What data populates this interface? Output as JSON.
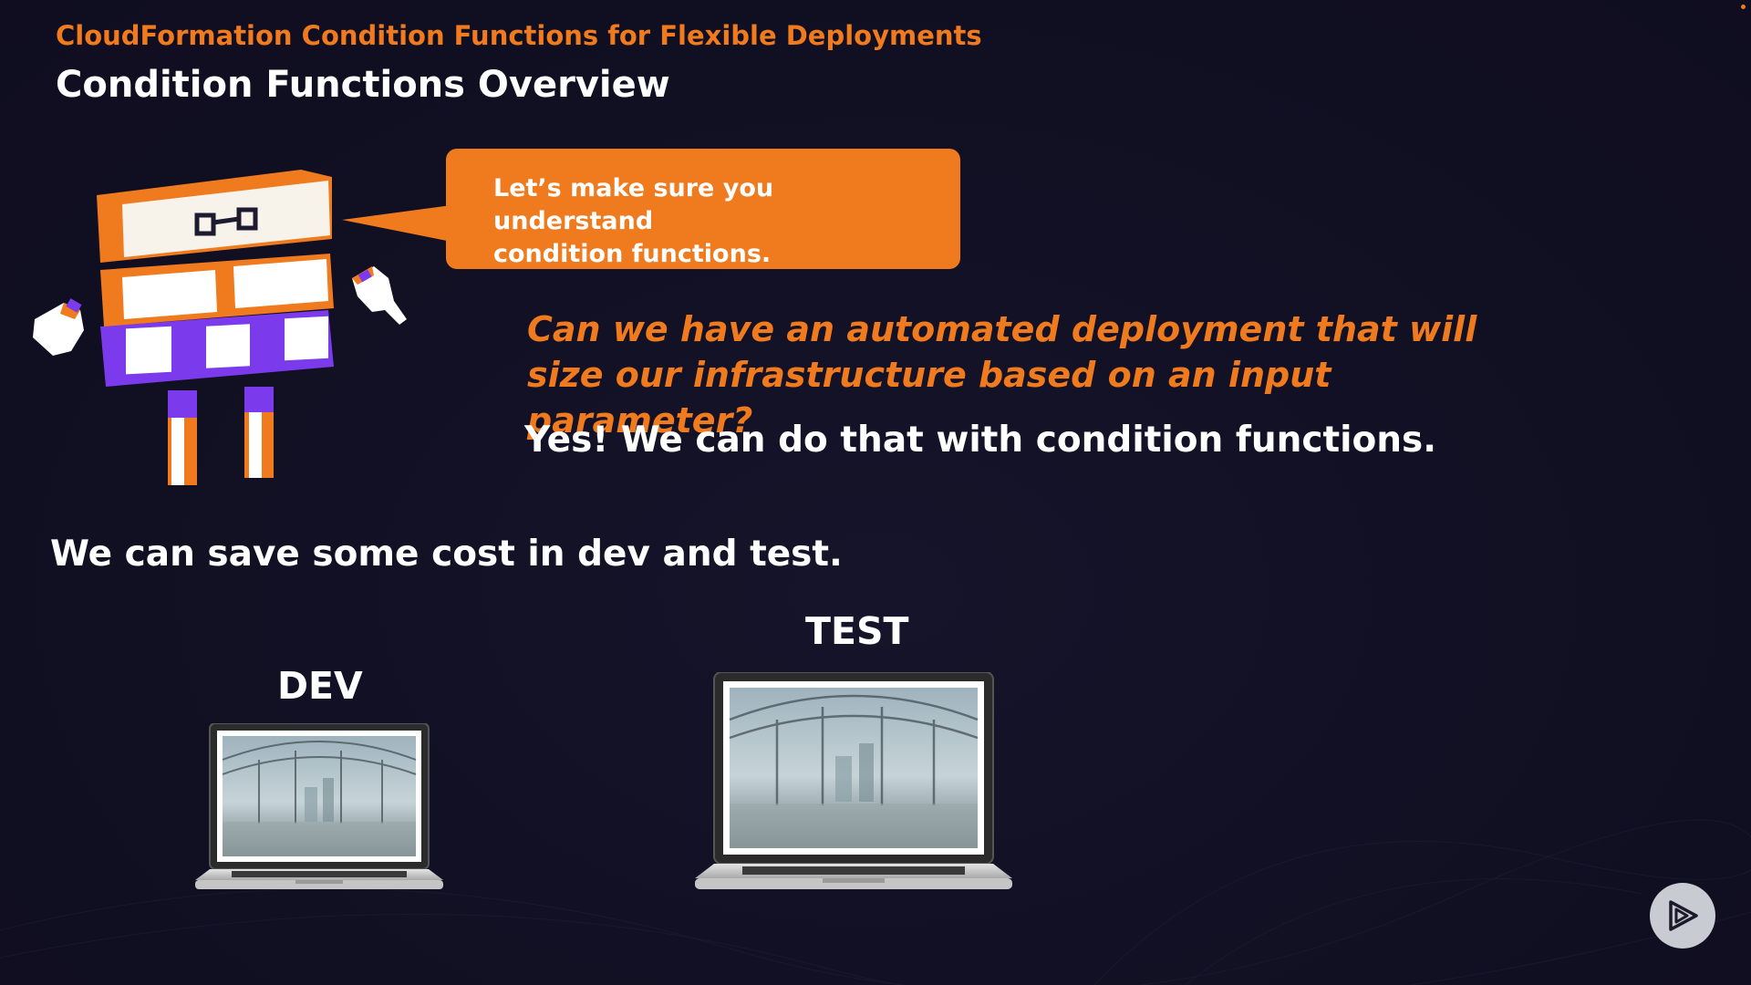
{
  "header": {
    "subtitle": "CloudFormation Condition Functions for Flexible Deployments",
    "title": "Condition Functions Overview"
  },
  "speech_bubble": {
    "text_line1": "Let’s make sure you understand",
    "text_line2": "condition functions."
  },
  "question": {
    "line1": "Can we have an automated deployment that will",
    "line2": "size our infrastructure based on an input parameter?"
  },
  "answer": "Yes! We can do that with condition functions.",
  "cost_statement": "We can save some cost in dev and test.",
  "environments": {
    "dev_label": "DEV",
    "test_label": "TEST"
  },
  "icons": {
    "mascot": "brick-robot-mascot",
    "glasses": "glasses-icon",
    "play": "play-logo-icon"
  },
  "colors": {
    "accent": "#f07a1e",
    "background": "#121025",
    "purple": "#7c3aed",
    "text": "#ffffff"
  }
}
